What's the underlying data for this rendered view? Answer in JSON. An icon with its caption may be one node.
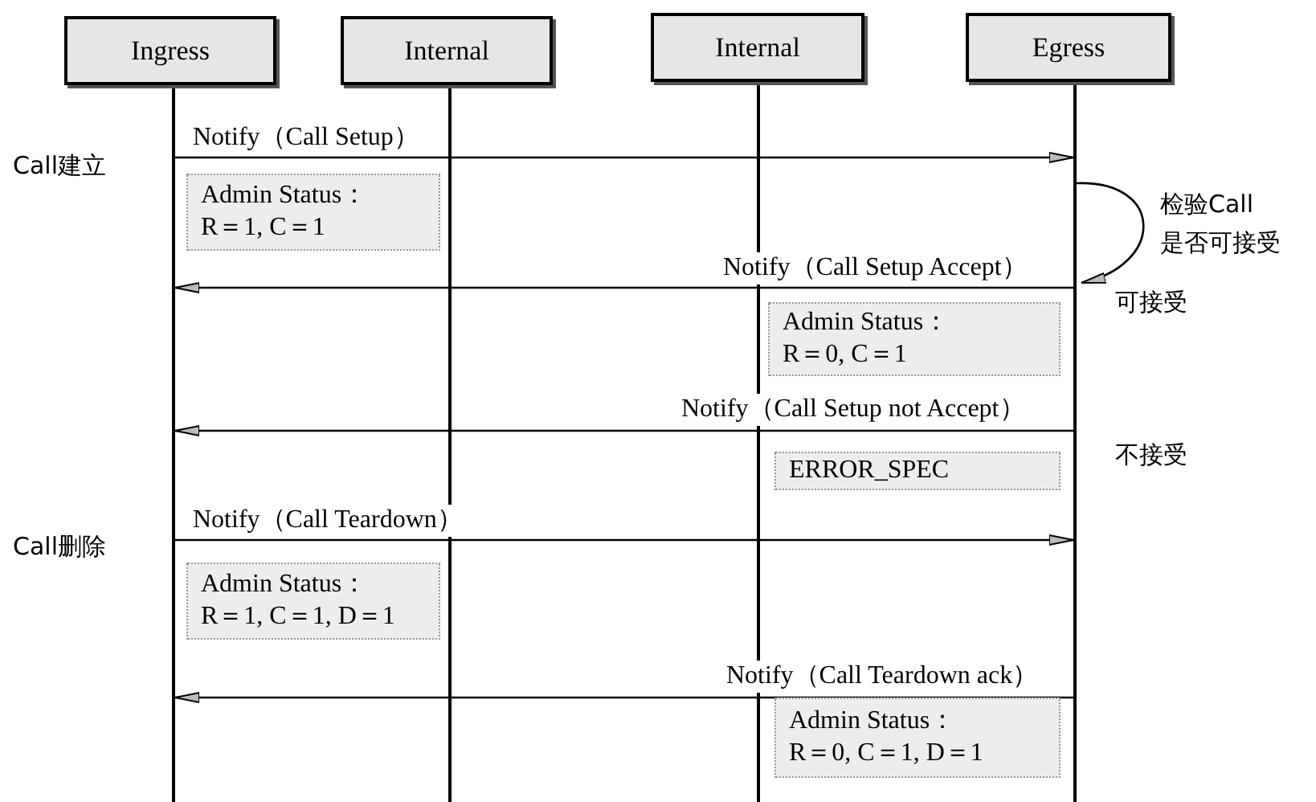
{
  "diagram": {
    "nodes": [
      {
        "text": [
          "Ingress"
        ]
      },
      {
        "text": [
          "Internal"
        ]
      },
      {
        "text": [
          "Internal"
        ]
      },
      {
        "text": [
          "Egress"
        ]
      },
      {
        "text": [],
        "shape": "bar"
      },
      {
        "text": [],
        "shape": "bar"
      },
      {
        "text": [],
        "shape": "bar"
      },
      {
        "text": [],
        "shape": "bar"
      },
      {
        "text": [
          "Admin Status：",
          "R＝1, C＝1"
        ]
      },
      {
        "text": [
          "Admin Status：",
          "R＝0, C＝1"
        ]
      },
      {
        "text": [
          "ERROR_SPEC"
        ]
      },
      {
        "text": [
          "Admin Status：",
          "R＝1, C＝1, D＝1"
        ]
      },
      {
        "text": [
          "Admin Status：",
          "R＝0, C＝1, D＝1"
        ]
      }
    ],
    "edges": [
      {
        "from": 4,
        "to": 7,
        "arrow": "to",
        "label": "Notify（Call Setup）"
      },
      {
        "from": 7,
        "to": 7,
        "arrow": "to"
      },
      {
        "from": 7,
        "to": 4,
        "arrow": "to",
        "label": "Notify（Call Setup Accept）"
      },
      {
        "from": 7,
        "to": 4,
        "arrow": "to",
        "label": "Notify（Call Setup not Accept）"
      },
      {
        "from": 4,
        "to": 7,
        "arrow": "to",
        "label": "Notify（Call Teardown）"
      },
      {
        "from": 7,
        "to": 4,
        "arrow": "to",
        "label": "Notify（Call Teardown ack）"
      }
    ],
    "labels": [
      "Call建立",
      "检验Call",
      "是否可接受",
      "可接受",
      "不接受",
      "Call删除"
    ]
  }
}
